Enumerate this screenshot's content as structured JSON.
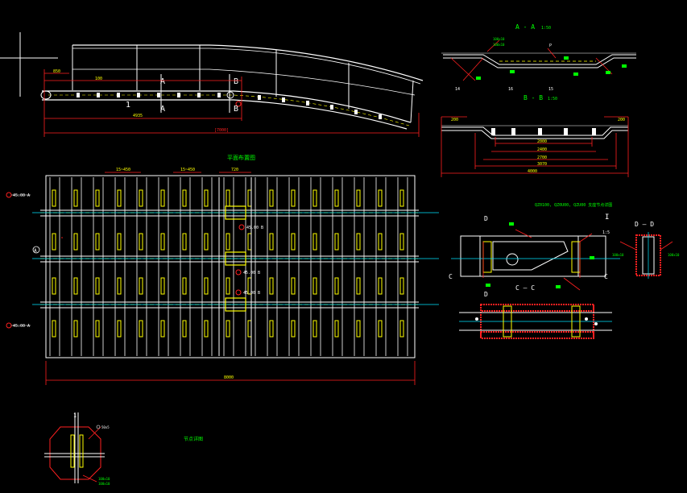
{
  "colors": {
    "background": "#000000",
    "white": "#ffffff",
    "red": "#ff2020",
    "yellow": "#ffff00",
    "green": "#00ff00",
    "cyan": "#00e5ff",
    "magenta": "#ff40ff"
  },
  "labels": {
    "section_a_top": "A",
    "section_a_bottom": "A",
    "section_b_top": "B",
    "section_b_bottom": "B",
    "view_1": "1",
    "dim_left": "850",
    "dim_seg": "100",
    "dim_span": "4935",
    "dim_total": "[7000]",
    "aa_title": "A - A",
    "aa_scale": "1:50",
    "aa_note_1": "100x10",
    "aa_note_2": "100x10",
    "aa_14": "14",
    "aa_15": "15",
    "aa_16": "16",
    "aa_p": "P",
    "bb_title": "B - B",
    "bb_scale": "1:50",
    "bb_left": "200",
    "bb_right": "200",
    "bb_d1": "2000",
    "bb_d2": "2400",
    "bb_d3": "2700",
    "bb_d4": "3070",
    "bb_total": "4000",
    "plan_title": "平面布置图",
    "plan_d1": "15~450",
    "plan_d2": "15~450",
    "plan_d3": "720",
    "plan_total": "8000",
    "tag_1": "45.00 A",
    "tag_2": "45.00 A",
    "tag_3": "45.00 B",
    "tag_4": "45.00 B",
    "tag_5": "45.00 B",
    "axis_a": "A",
    "detail_title": "QZ0100, QZ0U00, QZU00 支座节点详图",
    "detail_i": "I",
    "detail_scale": "1:5",
    "detail_d1": "D",
    "detail_d2": "D",
    "detail_c1": "C",
    "detail_c2": "C",
    "detail_cc": "C — C",
    "dd_title": "D — D",
    "dd_note_1": "100x10",
    "dd_note_2": "100x10",
    "node_1": "1",
    "node_note_1": "50x5",
    "node_note_2": "100x10",
    "node_note_3": "100x10",
    "node_label": "节点详图"
  }
}
